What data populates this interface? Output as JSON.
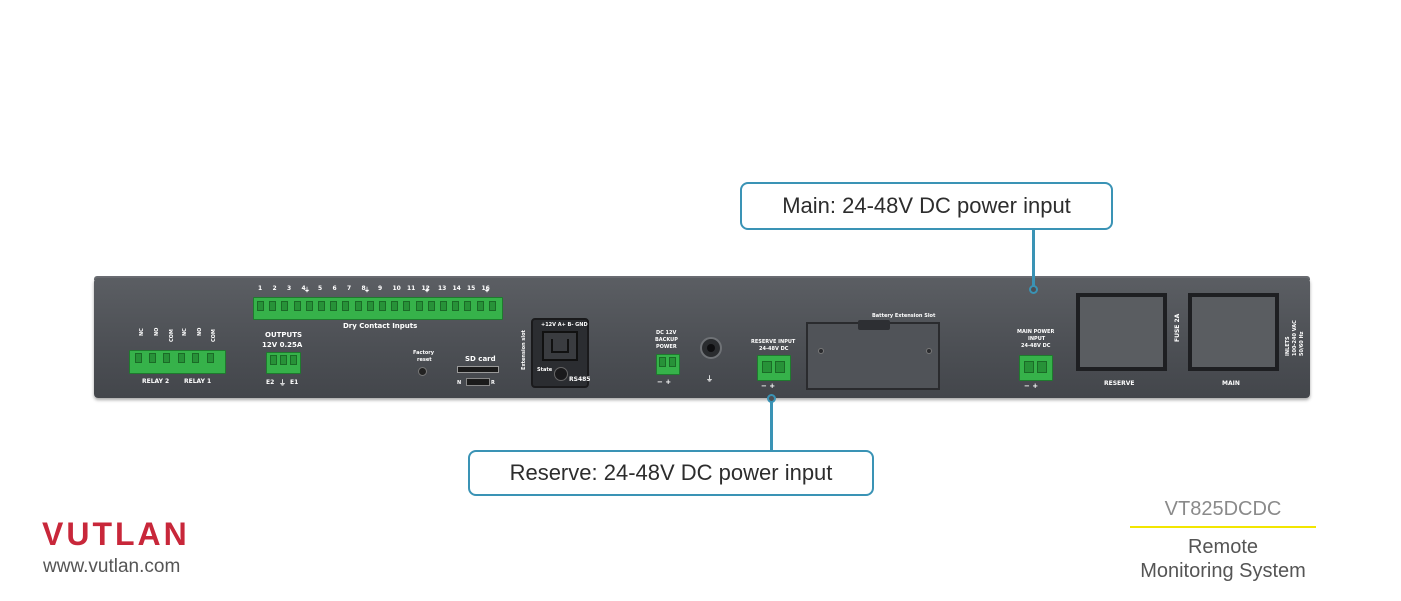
{
  "brand": {
    "name": "VUTLAN",
    "website": "www.vutlan.com",
    "brand_color": "#c8273a"
  },
  "product": {
    "model": "VT825DCDC",
    "description_line1": "Remote",
    "description_line2": "Monitoring System",
    "underline_color": "#f2e600"
  },
  "callouts": {
    "main": "Main: 24-48V DC power input",
    "reserve": "Reserve: 24-48V DC power input",
    "accent_color": "#3a93b5"
  },
  "device": {
    "relays": {
      "pins": [
        "NC",
        "NO",
        "COM",
        "NC",
        "NO",
        "COM"
      ],
      "relay2_label": "RELAY 2",
      "relay1_label": "RELAY 1"
    },
    "outputs": {
      "title": "OUTPUTS",
      "rating": "12V  0.25A",
      "e2": "E2",
      "e1": "E1"
    },
    "dry_contacts": {
      "numbers": [
        "1",
        "2",
        "3",
        "4",
        "5",
        "6",
        "7",
        "8",
        "9",
        "10",
        "11",
        "12",
        "13",
        "14",
        "15",
        "16"
      ],
      "label": "Dry  Contact  Inputs"
    },
    "factory_reset": {
      "line1": "Factory",
      "line2": "reset"
    },
    "sd_card": {
      "label": "SD card",
      "n": "N",
      "r": "R"
    },
    "extension": {
      "slot_label": "Extension slot",
      "pins": "+12V  A+  B-  GND",
      "state": "State",
      "rs485": "RS485"
    },
    "dc_backup": {
      "line1": "DC 12V",
      "line2": "BACKUP",
      "line3": "POWER",
      "polarity": "−  +"
    },
    "reserve_input": {
      "line1": "RESERVE  INPUT",
      "line2": "24-48V DC",
      "polarity": "−  +"
    },
    "battery_slot": "Battery Extension Slot",
    "main_input": {
      "line1": "MAIN POWER",
      "line2": "INPUT",
      "line3": "24-48V DC",
      "polarity": "−  +"
    },
    "inlets": {
      "reserve": "RESERVE",
      "fuse": "FUSE 2A",
      "main": "MAIN",
      "spec_line1": "INLETS",
      "spec_line2": "100-240 VAC",
      "spec_line3": "50/60 Hz"
    }
  }
}
